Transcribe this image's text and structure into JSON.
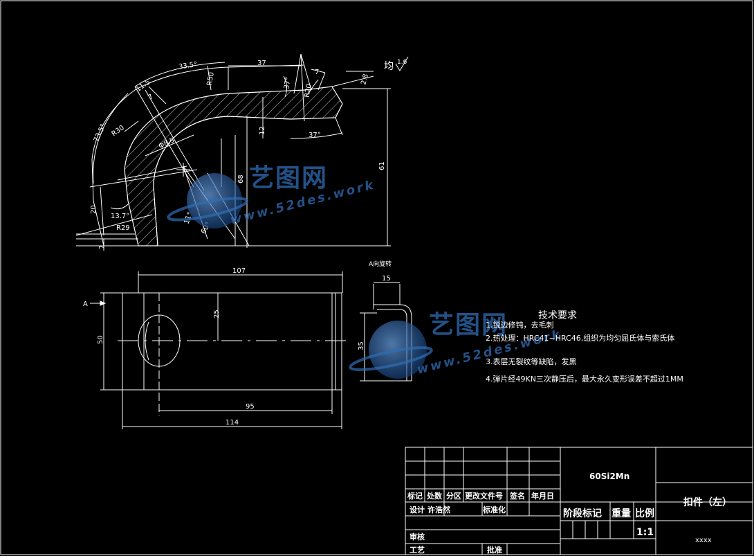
{
  "dimensions": {
    "d33_5": "33.5°",
    "d37_top": "37",
    "d11_5": "11.5",
    "d7_a": "7",
    "d7_b": "7",
    "d7_c": "7",
    "r50": "R50",
    "r30": "R30",
    "r20": "R20",
    "r29": "R29",
    "a37_small": "37°",
    "a37_bottom": "37°",
    "a73_5": "73.5°",
    "a13_7": "13.7°",
    "a11": "11°",
    "a60": "60°",
    "phi8_5": "Φ8.5",
    "d12": "12",
    "d68": "68",
    "d61": "61",
    "d20": "20",
    "d2_8": "2.8",
    "d107": "107",
    "d25": "25",
    "d50": "50",
    "d95": "95",
    "d114": "114",
    "d15": "15",
    "d35": "35",
    "surface_prefix": "均",
    "surface_value": "1.6",
    "view_label": "A",
    "view_a_title": "A向旋转"
  },
  "tech": {
    "title": "技术要求",
    "items": [
      "1.锐边修钝，去毛刺",
      "2.热处理：HRC41~HRC46,组织为均匀屈氏体与索氏体",
      "3.表层无裂纹等缺陷，发黑",
      "4.弹片经49KN三次静压后，最大永久变形误差不超过1MM"
    ]
  },
  "title_block": {
    "material": "60Si2Mn",
    "part_name": "扣件（左）",
    "code": "xxxx",
    "scale": "1:1",
    "hdr_mark": "标记",
    "hdr_count": "处数",
    "hdr_zone": "分区",
    "hdr_docno": "更改文件号",
    "hdr_sign": "签名",
    "hdr_date": "年月日",
    "design": "设计",
    "design_name": "许浩然",
    "standard": "标准化",
    "stage_mark": "阶段标记",
    "weight": "重量",
    "ratio": "比例",
    "review": "审核",
    "process": "工艺",
    "approve": "批准"
  },
  "watermark": {
    "cn": "艺图网",
    "url": "www.52des.work"
  },
  "colors": {
    "background": "#000000",
    "line": "#ffffff",
    "watermark": "#2f6db5"
  }
}
